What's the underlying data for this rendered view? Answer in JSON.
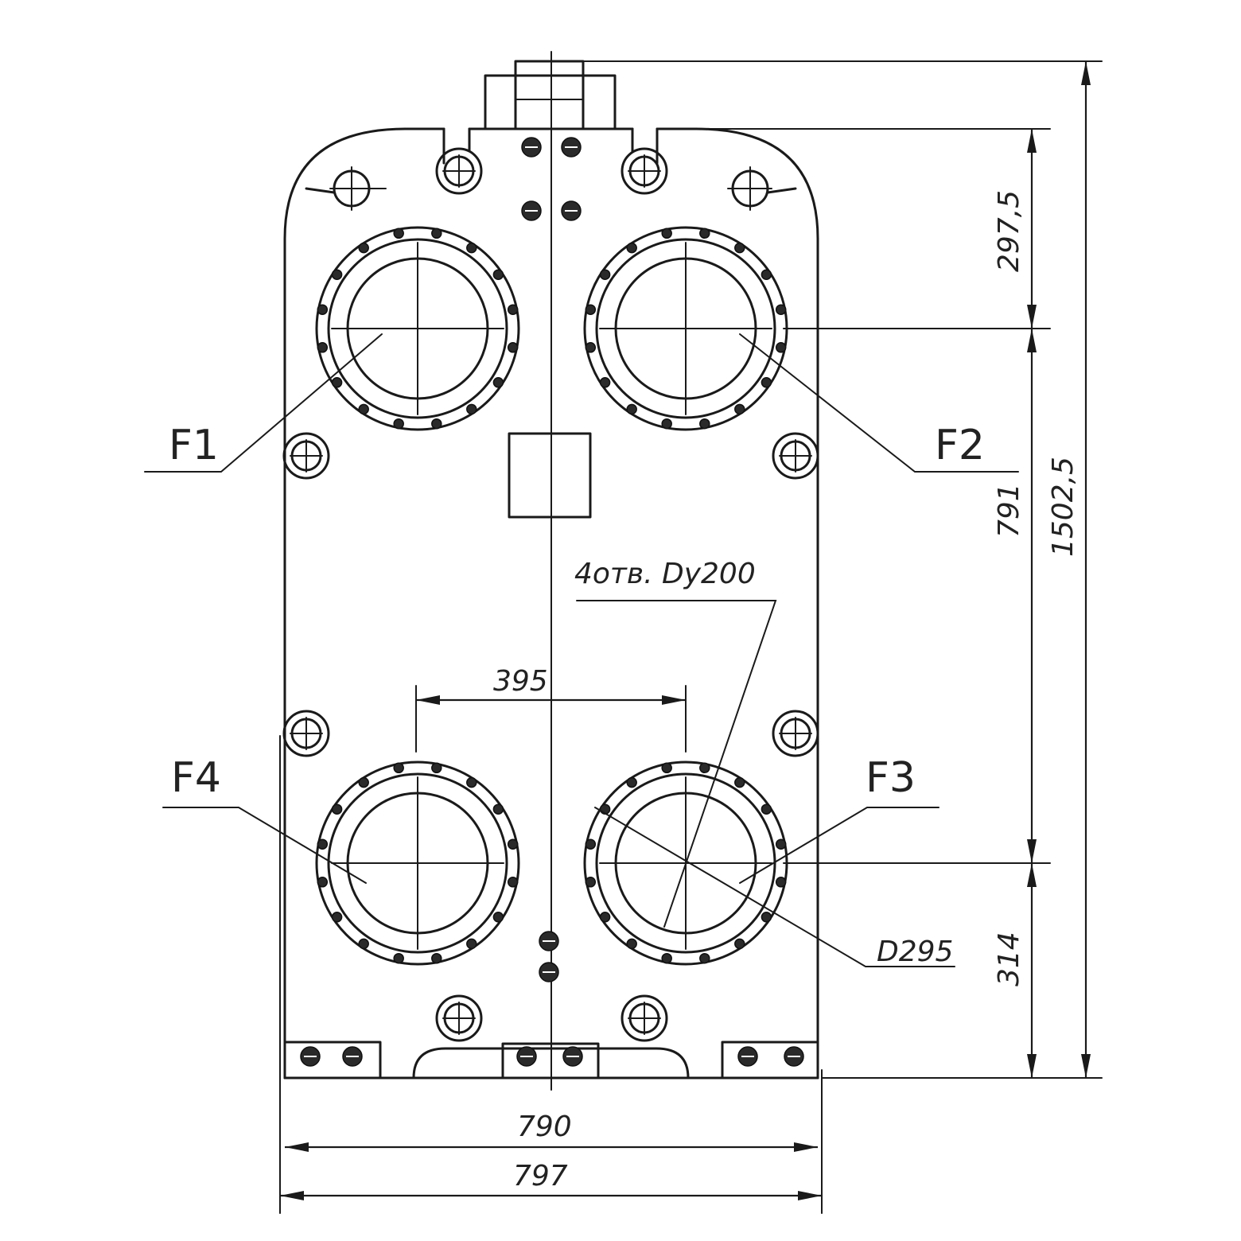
{
  "labels": {
    "port_f1": "F1",
    "port_f2": "F2",
    "port_f3": "F3",
    "port_f4": "F4"
  },
  "dimensions": {
    "top_to_upper_ports": "297,5",
    "port_vertical_spacing": "791",
    "overall_height": "1502,5",
    "lower_ports_to_bottom": "314",
    "port_horizontal_spacing": "395",
    "frame_width_inner": "790",
    "frame_width_outer": "797",
    "flange_diameter": "D295",
    "ports_note": "4отв. Dy200"
  }
}
